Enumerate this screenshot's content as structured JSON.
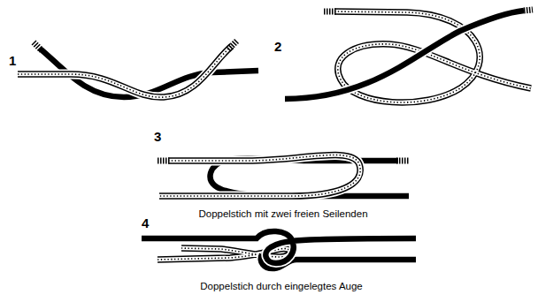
{
  "diagram": {
    "labels": [
      "1",
      "2",
      "3",
      "Doppelstich mit zwei freien Seilenden",
      "4",
      "Doppelstich durch eingelegtes Auge"
    ]
  }
}
